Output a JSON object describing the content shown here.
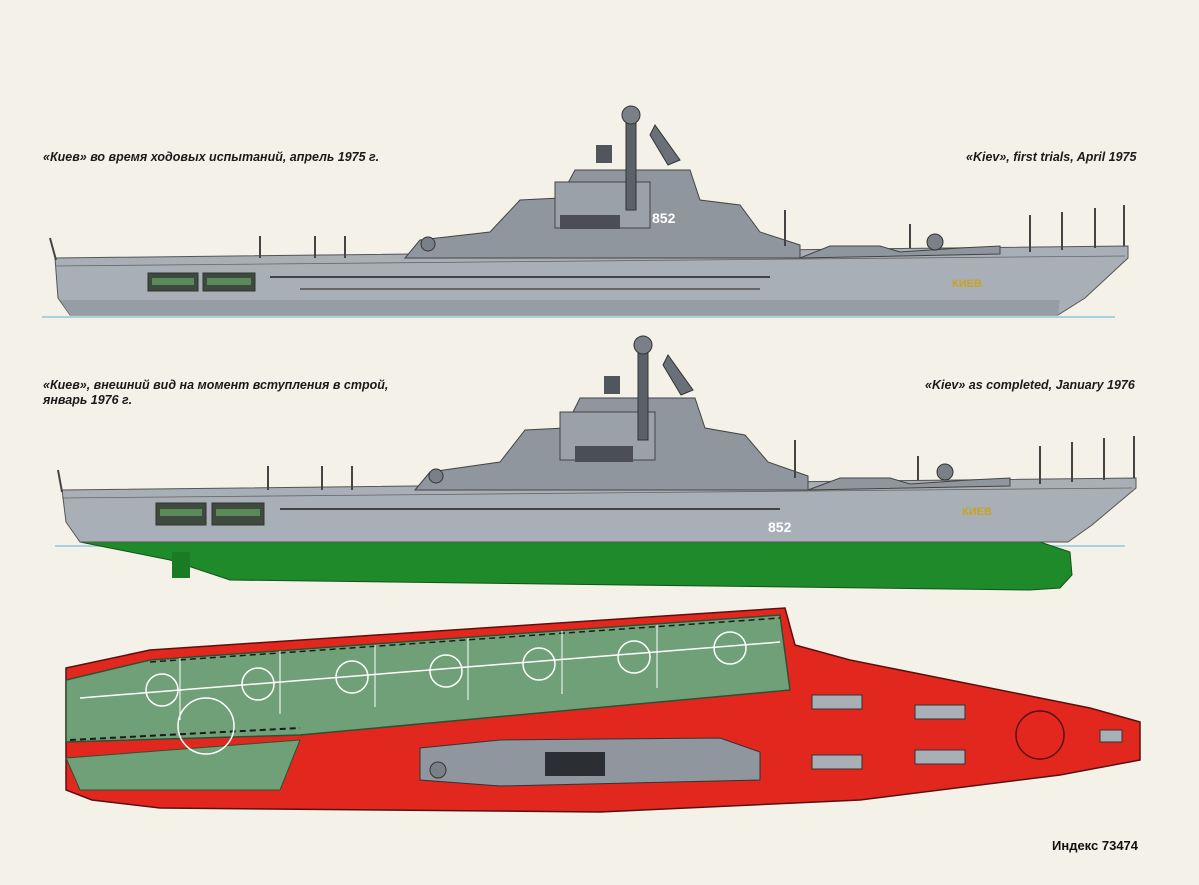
{
  "captions": {
    "side1_ru": "«Киев» во время ходовых испытаний, апрель 1975 г.",
    "side1_en": "«Kiev», first trials,  April  1975",
    "side2_ru": "«Киев», внешний вид на момент вступления в строй, январь 1976 г.",
    "side2_en": "«Kiev» as completed,  January  1976"
  },
  "ship": {
    "hull_number": "852",
    "name_on_hull": "КИЕВ"
  },
  "footer": {
    "index": "Индекс 73474"
  },
  "colors": {
    "hull_grey": "#a9afb6",
    "superstructure_grey": "#8f969e",
    "underwater_green": "#1f8a2a",
    "deck_green": "#6fa077",
    "deck_red": "#e2281e",
    "waterline": "#8fc9d8"
  }
}
